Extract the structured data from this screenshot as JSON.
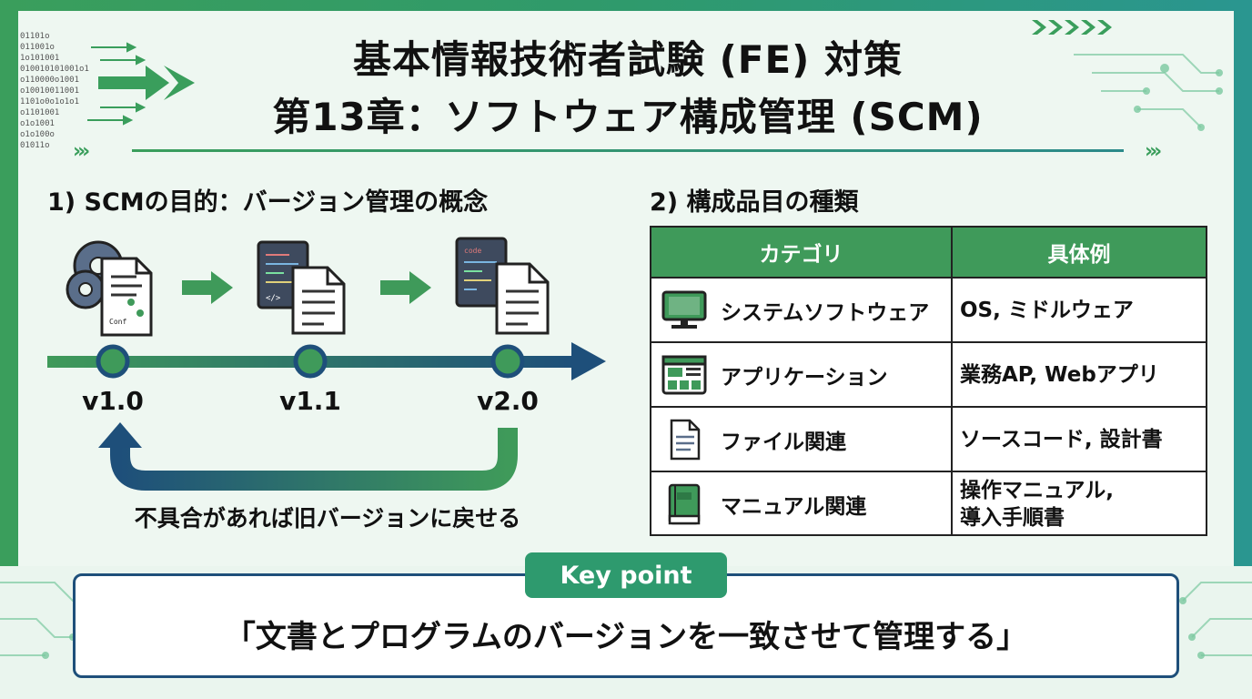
{
  "header": {
    "title_line1": "基本情報技術者試験 (FE) 対策",
    "title_line2": "第13章：ソフトウェア構成管理 (SCM)"
  },
  "decor": {
    "binary_lines": [
      "01101o",
      "011001o",
      "1o101001",
      "010010101001o1",
      "o110000o1001",
      "o10010011001",
      "1101o0o1o1o1",
      "o1101001",
      "o1o1001",
      "o1o100o",
      "01011o"
    ]
  },
  "section1": {
    "heading": "1) SCMの目的：バージョン管理の概念",
    "versions": [
      "v1.0",
      "v1.1",
      "v2.0"
    ],
    "rollback_note": "不具合があれば旧バージョンに戻せる",
    "icon_labels": {
      "v1": "Conf",
      "v2": "</>",
      "v3": "code"
    }
  },
  "section2": {
    "heading": "2) 構成品目の種類",
    "table": {
      "headers": [
        "カテゴリ",
        "具体例"
      ],
      "rows": [
        {
          "category": "システムソフトウェア",
          "example": "OS, ミドルウェア",
          "icon": "monitor-icon"
        },
        {
          "category": "アプリケーション",
          "example": "業務AP, Webアプリ",
          "icon": "app-window-icon"
        },
        {
          "category": "ファイル関連",
          "example": "ソースコード, 設計書",
          "icon": "document-icon"
        },
        {
          "category": "マニュアル関連",
          "example": "操作マニュアル,\n導入手順書",
          "icon": "book-icon"
        }
      ]
    }
  },
  "keypoint": {
    "tag": "Key point",
    "text": "「文書とプログラムのバージョンを一致させて管理する」"
  },
  "colors": {
    "accent_green": "#3f9a5a",
    "accent_blue": "#1e4f7a",
    "teal": "#2b8a8a"
  }
}
